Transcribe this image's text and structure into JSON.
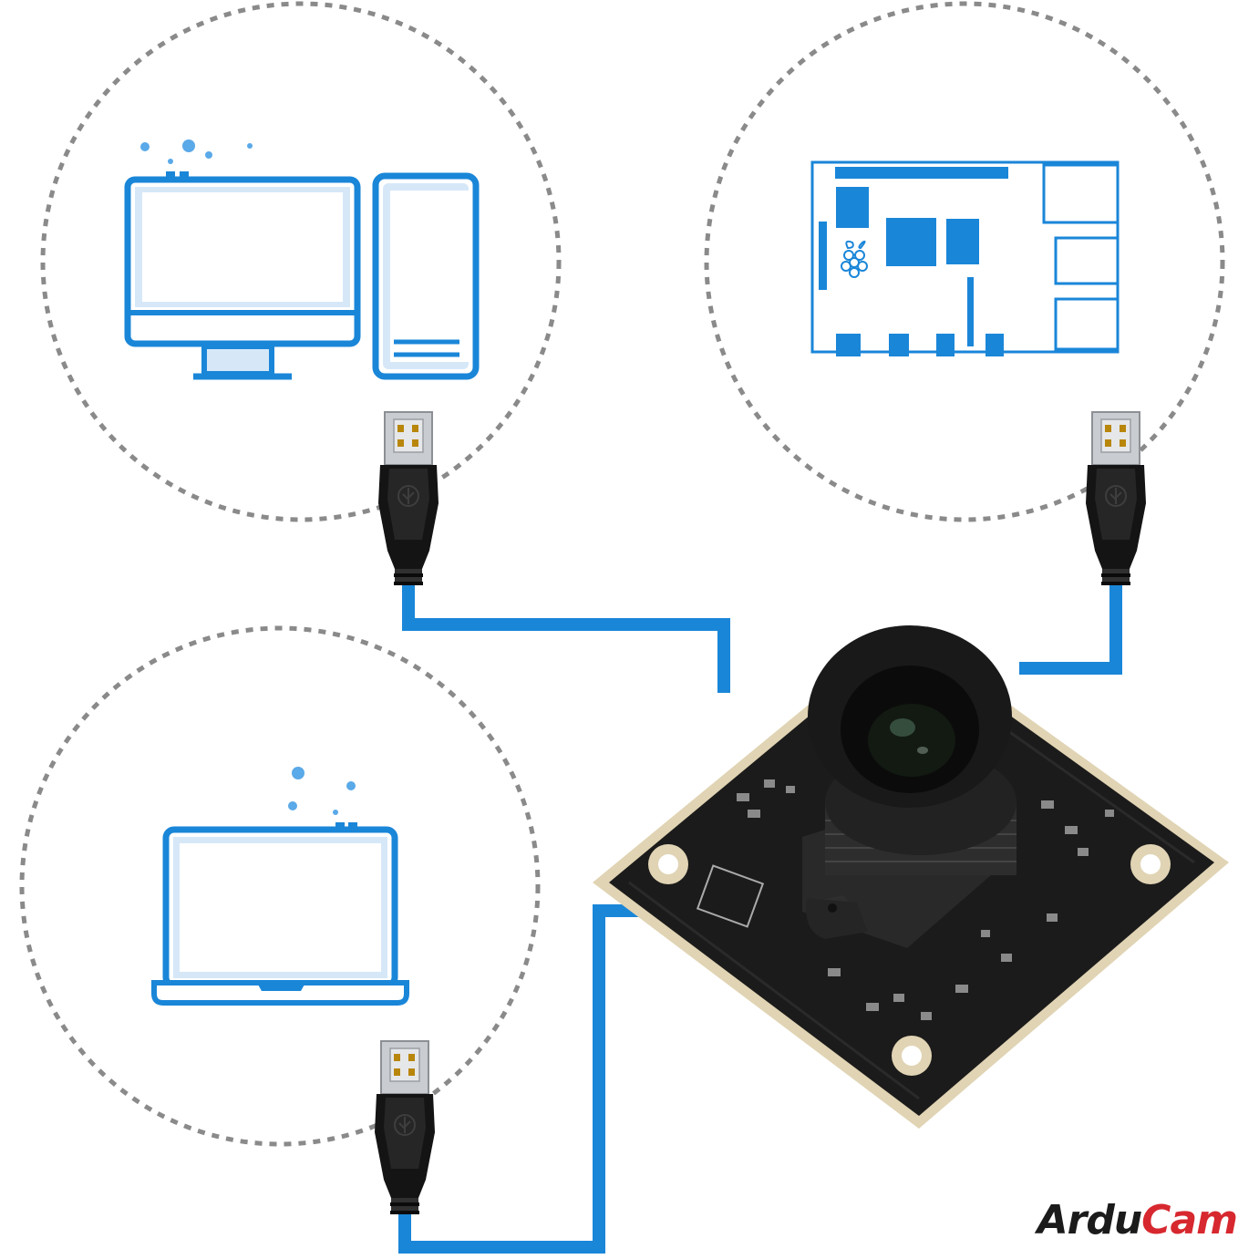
{
  "brand": {
    "part1": "Ardu",
    "part2": "Cam"
  },
  "colors": {
    "accent_blue": "#1a86d8",
    "light_blue": "#d6e8f8",
    "dashed_circle": "#8a8a8a",
    "pcb_black": "#1c1b1b",
    "usb_plug": "#111111",
    "brand_red": "#d7282f"
  },
  "devices": [
    {
      "icon": "desktop-computer-icon"
    },
    {
      "icon": "raspberry-pi-board-icon"
    },
    {
      "icon": "laptop-icon"
    }
  ],
  "camera": {
    "icon": "usb-camera-module"
  },
  "connector": {
    "icon": "usb-type-a-plug-icon",
    "count": 3
  }
}
